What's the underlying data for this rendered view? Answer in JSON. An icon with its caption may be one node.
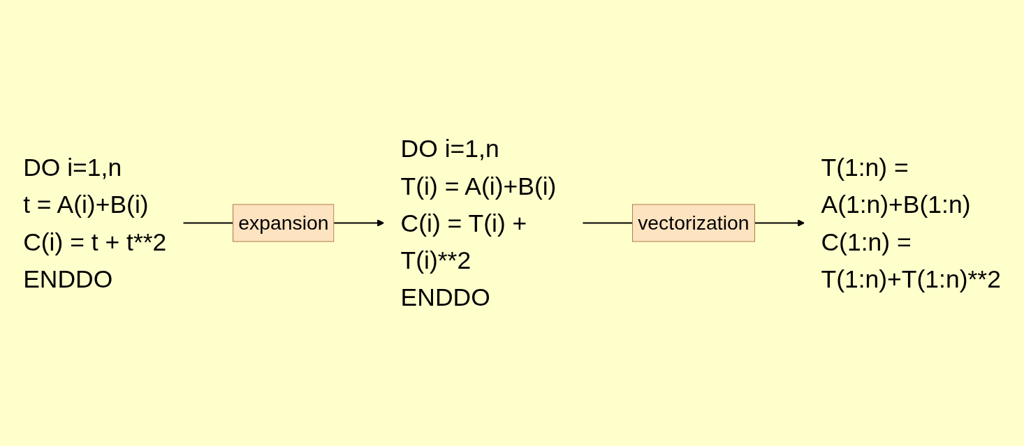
{
  "diagram": {
    "nodes": [
      {
        "text": [
          "DO i=1,n",
          "t = A(i)+B(i)",
          "C(i) = t + t**2",
          "ENDDO"
        ]
      },
      {
        "text": [
          "DO i=1,n",
          "T(i) = A(i)+B(i)",
          "C(i) = T(i) + T(i)**2",
          "ENDDO"
        ]
      },
      {
        "text": [
          "T(1:n) = A(1:n)+B(1:n)",
          "C(1:n) = T(1:n)+T(1:n)**2"
        ]
      }
    ],
    "edges": [
      {
        "from": 0,
        "to": 1,
        "arrow": "to",
        "label": "expansion"
      },
      {
        "from": 1,
        "to": 2,
        "arrow": "to",
        "label": "vectorization"
      }
    ]
  }
}
